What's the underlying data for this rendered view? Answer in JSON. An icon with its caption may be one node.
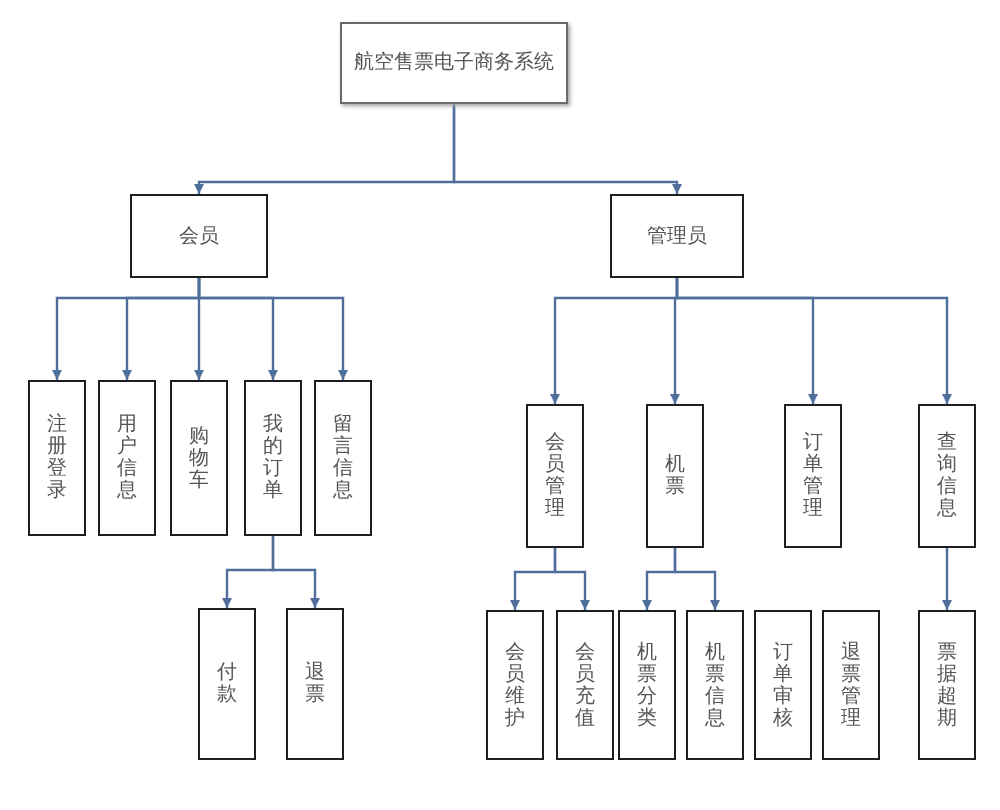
{
  "diagram": {
    "nodes": [
      {
        "text": [
          "航空售票电子商务系统"
        ]
      },
      {
        "text": [
          "会员"
        ]
      },
      {
        "text": [
          "管理员"
        ]
      },
      {
        "text": [
          "注册登录"
        ]
      },
      {
        "text": [
          "用户信息"
        ]
      },
      {
        "text": [
          "购物车"
        ]
      },
      {
        "text": [
          "我的订单"
        ]
      },
      {
        "text": [
          "留言信息"
        ]
      },
      {
        "text": [
          "会员管理"
        ]
      },
      {
        "text": [
          "机票"
        ]
      },
      {
        "text": [
          "订单管理"
        ]
      },
      {
        "text": [
          "查询信息"
        ]
      },
      {
        "text": [
          "付款"
        ]
      },
      {
        "text": [
          "退票"
        ]
      },
      {
        "text": [
          "会员维护"
        ]
      },
      {
        "text": [
          "会员充值"
        ]
      },
      {
        "text": [
          "机票分类"
        ]
      },
      {
        "text": [
          "机票信息"
        ]
      },
      {
        "text": [
          "订单审核"
        ]
      },
      {
        "text": [
          "退票管理"
        ]
      },
      {
        "text": [
          "票据超期"
        ]
      }
    ],
    "edges": [
      {
        "from": 0,
        "to": 1,
        "arrow": "to"
      },
      {
        "from": 0,
        "to": 2,
        "arrow": "to"
      },
      {
        "from": 1,
        "to": 3,
        "arrow": "to"
      },
      {
        "from": 1,
        "to": 4,
        "arrow": "to"
      },
      {
        "from": 1,
        "to": 5,
        "arrow": "to"
      },
      {
        "from": 1,
        "to": 6,
        "arrow": "to"
      },
      {
        "from": 1,
        "to": 7,
        "arrow": "to"
      },
      {
        "from": 2,
        "to": 8,
        "arrow": "to"
      },
      {
        "from": 2,
        "to": 9,
        "arrow": "to"
      },
      {
        "from": 2,
        "to": 10,
        "arrow": "to"
      },
      {
        "from": 2,
        "to": 11,
        "arrow": "to"
      },
      {
        "from": 6,
        "to": 12,
        "arrow": "to"
      },
      {
        "from": 6,
        "to": 13,
        "arrow": "to"
      },
      {
        "from": 8,
        "to": 14,
        "arrow": "to"
      },
      {
        "from": 8,
        "to": 15,
        "arrow": "to"
      },
      {
        "from": 9,
        "to": 16,
        "arrow": "to"
      },
      {
        "from": 9,
        "to": 17,
        "arrow": "to"
      },
      {
        "from": 11,
        "to": 20,
        "arrow": "to"
      }
    ]
  }
}
